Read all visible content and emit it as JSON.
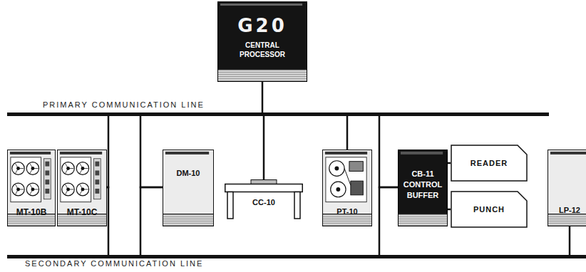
{
  "diagram": {
    "nodes": [
      {
        "text": [
          "G20",
          "CENTRAL PROCESSOR"
        ]
      },
      {
        "text": [
          "PRIMARY COMMUNICATION LINE"
        ]
      },
      {
        "text": [
          "MT-10B"
        ]
      },
      {
        "text": [
          "MT-10C"
        ]
      },
      {
        "text": [
          "DM-10"
        ]
      },
      {
        "text": [
          "CC-10"
        ]
      },
      {
        "text": [
          "PT-10"
        ]
      },
      {
        "text": [
          "CB-11 CONTROL BUFFER"
        ]
      },
      {
        "text": [
          "READER"
        ]
      },
      {
        "text": [
          "PUNCH"
        ]
      },
      {
        "text": [
          "LP-12"
        ]
      },
      {
        "text": [
          "SECONDARY COMMUNICATION LINE"
        ]
      }
    ],
    "edges": [
      {
        "from": 0,
        "to": 1,
        "arrow": "none"
      },
      {
        "from": 1,
        "to": 5,
        "arrow": "none"
      },
      {
        "from": 1,
        "to": 3,
        "arrow": "none"
      },
      {
        "from": 3,
        "to": 11,
        "arrow": "none"
      },
      {
        "from": 1,
        "to": 4,
        "arrow": "none"
      },
      {
        "from": 4,
        "to": 11,
        "arrow": "none"
      },
      {
        "from": 1,
        "to": 6,
        "arrow": "none"
      },
      {
        "from": 1,
        "to": 7,
        "arrow": "none"
      },
      {
        "from": 7,
        "to": 11,
        "arrow": "none"
      },
      {
        "from": 7,
        "to": 8,
        "arrow": "none"
      },
      {
        "from": 7,
        "to": 9,
        "arrow": "none"
      },
      {
        "from": 10,
        "to": 11,
        "arrow": "none"
      }
    ]
  }
}
